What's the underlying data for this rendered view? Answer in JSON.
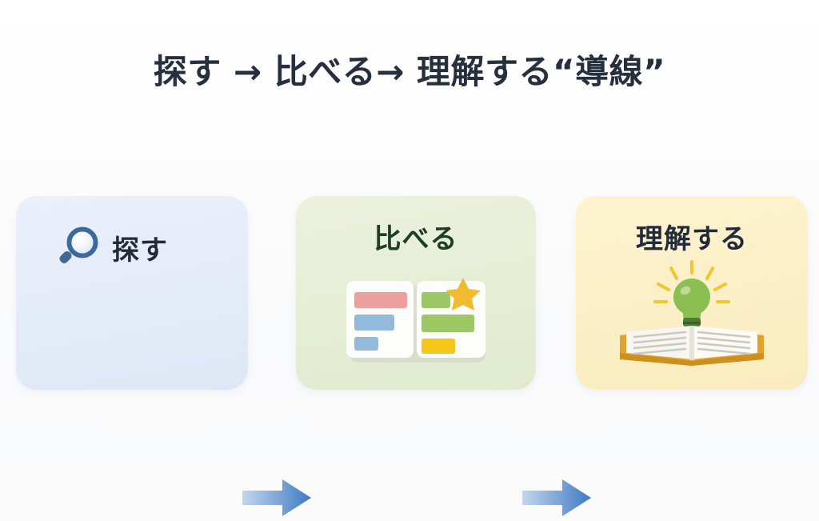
{
  "slide": {
    "background_color": "#fbfbfc",
    "title": "探す → 比べる→ 理解する“導線”"
  },
  "flow": {
    "steps": [
      {
        "id": "search",
        "label": "探す",
        "label_color": "#222b3a",
        "card_color": "#e8eefb",
        "icon": "magnifier-icon",
        "icon_colors": {
          "ring": "#3d6a9e",
          "lens": "#eef3fb",
          "handle": "#3f6897"
        }
      },
      {
        "id": "compare",
        "label": "比べる",
        "label_color": "#1e3d28",
        "card_color": "#e7eed8",
        "icon": "comparison-table-icon",
        "icon_colors": {
          "panel": "#fdfdfb",
          "bar_red": "#ef9e9e",
          "bar_blue": "#93bada",
          "bar_green": "#9ec766",
          "bar_yellow": "#f5c518",
          "star": "#f0bc2e"
        },
        "bars_left": [
          "red-wide",
          "blue-medium",
          "blue-small"
        ],
        "bars_right": [
          "green-medium",
          "green-wide",
          "yellow-medium"
        ]
      },
      {
        "id": "understand",
        "label": "理解する",
        "label_color": "#222b3a",
        "card_color": "#faf0c8",
        "icon": "open-book-lightbulb-icon",
        "icon_colors": {
          "book_cover": "#e3a32a",
          "pages": "#f7f6f0",
          "page_lines": "#c9c9c4",
          "bulb": "#8cbf52",
          "bulb_base": "#4f7a34",
          "rays": "#f2c62c"
        }
      }
    ],
    "connectors": [
      {
        "id": "arrow-1",
        "from": "search",
        "to": "compare",
        "color_start": "#b9cfeb",
        "color_end": "#3f7ac4"
      },
      {
        "id": "arrow-2",
        "from": "compare",
        "to": "understand",
        "color_start": "#b9cfeb",
        "color_end": "#3f7ac4"
      }
    ]
  }
}
